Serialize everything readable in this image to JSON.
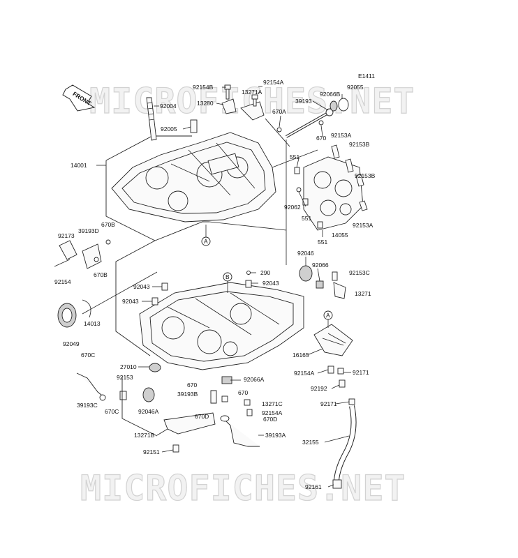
{
  "diagram": {
    "ref_code": "E1411",
    "watermark_text": "MICROFICHES.NET",
    "front_label": "FRONT",
    "ref_marks": [
      "A",
      "B"
    ],
    "part_labels": {
      "p92154B": "92154B",
      "p92154A_top": "92154A",
      "p13280": "13280",
      "p13271A": "13271A",
      "p92004": "92004",
      "p39193": "39193",
      "p92066B": "92066B",
      "p92055": "92055",
      "p670A": "670A",
      "p92005": "92005",
      "p670_top": "670",
      "p92153A_top": "92153A",
      "p92153B_1": "92153B",
      "p551_1": "551",
      "p92153B_2": "92153B",
      "p14001": "14001",
      "p92062": "92062",
      "p551_2": "551",
      "p92153A_2": "92153A",
      "p14055": "14055",
      "p551_3": "551",
      "p670B_1": "670B",
      "p39193D": "39193D",
      "p92173": "92173",
      "p670B_2": "670B",
      "p92154_left": "92154",
      "p92046_top": "92046",
      "p92066": "92066",
      "p92153C": "92153C",
      "p13271": "13271",
      "p290": "290",
      "p92043_1": "92043",
      "p92043_2": "92043",
      "p92043_3": "92043",
      "p14013": "14013",
      "p92049": "92049",
      "p16165": "16165",
      "p92154A_mid": "92154A",
      "p92171_1": "92171",
      "p670C_1": "670C",
      "p27010": "27010",
      "p92066A": "92066A",
      "p92192": "92192",
      "p92153_mid": "92153",
      "p670_mid1": "670",
      "p39193B": "39193B",
      "p670_mid2": "670",
      "p92171_2": "92171",
      "p13271C": "13271C",
      "p39193C": "39193C",
      "p670C_2": "670C",
      "p92046A": "92046A",
      "p92154A_low": "92154A",
      "p670D_1": "670D",
      "p670D_2": "670D",
      "p13271B": "13271B",
      "p39193A": "39193A",
      "p32155": "32155",
      "p92151": "92151",
      "p92161": "92161"
    }
  }
}
